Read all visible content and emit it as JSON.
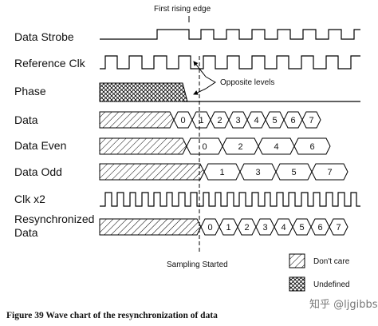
{
  "annotations": {
    "first_rising_edge": "First rising edge",
    "opposite_levels": "Opposite levels",
    "sampling_started": "Sampling Started"
  },
  "signals": [
    {
      "id": "strobe",
      "label": "Data Strobe"
    },
    {
      "id": "refclk",
      "label": "Reference Clk"
    },
    {
      "id": "phase",
      "label": "Phase"
    },
    {
      "id": "data",
      "label": "Data"
    },
    {
      "id": "even",
      "label": "Data Even"
    },
    {
      "id": "odd",
      "label": "Data Odd"
    },
    {
      "id": "clk2",
      "label": "Clk x2"
    },
    {
      "id": "resync",
      "label": "Resynchronized",
      "label2": "Data"
    }
  ],
  "bus_values": {
    "data": [
      "0",
      "1",
      "2",
      "3",
      "4",
      "5",
      "6",
      "7"
    ],
    "even": [
      "0",
      "2",
      "4",
      "6"
    ],
    "odd": [
      "1",
      "3",
      "5",
      "7"
    ],
    "resync": [
      "0",
      "1",
      "2",
      "3",
      "4",
      "5",
      "6",
      "7"
    ]
  },
  "legend": {
    "dont_care": "Don't care",
    "undefined": "Undefined"
  },
  "caption": "Figure 39 Wave chart of the resynchronization of data",
  "watermark": "知乎 @ljgibbs"
}
